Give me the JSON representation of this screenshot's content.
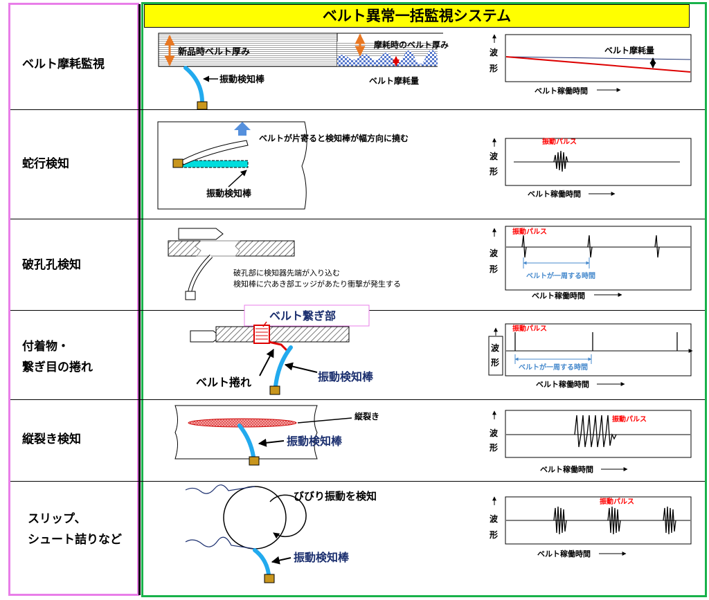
{
  "title": "ベルト異常一括監視システム",
  "rows": [
    {
      "label_lines": [
        "ベルト摩耗監視"
      ]
    },
    {
      "label_lines": [
        "蛇行検知"
      ]
    },
    {
      "label_lines": [
        "破孔孔検知"
      ]
    },
    {
      "label_lines": [
        "付着物・",
        "繋ぎ目の捲れ"
      ]
    },
    {
      "label_lines": [
        "縦裂き検知"
      ]
    },
    {
      "label_lines": [
        "スリップ、",
        "シュート詰りなど"
      ]
    }
  ],
  "diagrams": {
    "wear": {
      "new_thickness": "新品時ベルト厚み",
      "worn_thickness": "摩耗時のベルト厚み",
      "wear_amount": "ベルト摩耗量",
      "probe": "振動検知棒",
      "graph_wear_label": "ベルト摩耗量"
    },
    "meander": {
      "note": "ベルトが片寄ると検知棒が幅方向に撓む",
      "probe": "振動検知棒",
      "pulse": "振動パルス"
    },
    "hole": {
      "note_line1": "破孔部に検知器先端が入り込む",
      "note_line2": "検知棒に穴あき部エッジがあたり衝撃が発生する",
      "pulse": "振動パルス",
      "period": "ベルトが一周する時間"
    },
    "splice": {
      "joint": "ベルト繋ぎ部",
      "curl": "ベルト捲れ",
      "probe": "振動検知棒",
      "pulse": "振動パルス",
      "period": "ベルトが一周する時間"
    },
    "rip": {
      "rip": "縦裂き",
      "probe": "振動検知棒",
      "pulse": "振動パルス"
    },
    "slip": {
      "note": "びびり振動を検知",
      "probe": "振動検知棒",
      "pulse": "振動パルス"
    }
  },
  "graph": {
    "ylabel_top": "波",
    "ylabel_bottom": "形",
    "xlabel": "ベルト稼働時間"
  },
  "colors": {
    "probe": "#22aaee",
    "pulse_text": "#ff0000",
    "period_text": "#4488cc",
    "wear_line": "#dd0000",
    "probe_label_blue": "#1a2e6e",
    "title_bg": "#ffff00"
  }
}
